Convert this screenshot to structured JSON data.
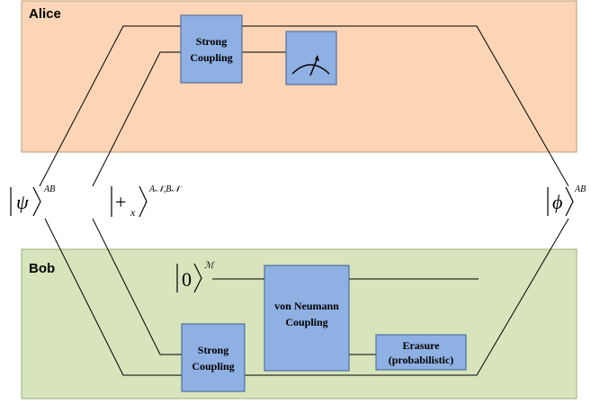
{
  "regions": {
    "alice": {
      "label": "Alice",
      "fill": "#fbd5b5",
      "stroke": "#c19a78"
    },
    "bob": {
      "label": "Bob",
      "fill": "#d7e4bc",
      "stroke": "#9bb07a"
    }
  },
  "boxes": {
    "alice_strong": {
      "line1": "Strong",
      "line2": "Coupling"
    },
    "bob_strong": {
      "line1": "Strong",
      "line2": "Coupling"
    },
    "von_neumann": {
      "line1": "von Neumann",
      "line2": "Coupling"
    },
    "erasure": {
      "line1": "Erasure",
      "line2": "(probabilistic)"
    },
    "meter": {
      "icon": "measurement-meter-icon"
    }
  },
  "states": {
    "psi": {
      "symbol": "ψ",
      "superscript": "AB"
    },
    "plus": {
      "symbol": "+",
      "subscript": "x",
      "superscript": "A𝒩,B𝒩"
    },
    "phi": {
      "symbol": "ϕ",
      "superscript": "AB"
    },
    "zero": {
      "symbol": "0",
      "superscript": "ℳ"
    }
  },
  "colors": {
    "box_fill": "#8fb0e3",
    "box_stroke": "#3f5f8f"
  }
}
